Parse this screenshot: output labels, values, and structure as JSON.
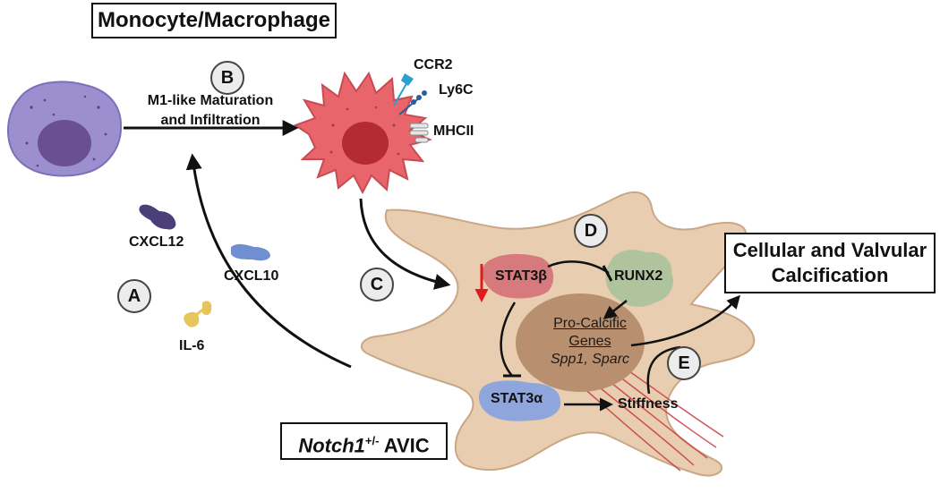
{
  "title": "Monocyte/Macrophage",
  "step_labels": [
    "A",
    "B",
    "C",
    "D",
    "E"
  ],
  "maturation": {
    "line1": "M1-like Maturation",
    "line2": "and Infiltration"
  },
  "receptors": [
    "CCR2",
    "Ly6C",
    "MHCII"
  ],
  "cytokines": [
    "CXCL12",
    "CXCL10",
    "IL-6"
  ],
  "nodes": {
    "stat3b": "STAT3β",
    "runx2": "RUNX2",
    "stat3a": "STAT3α",
    "stiffness": "Stiffness"
  },
  "genes": {
    "title_line1": "Pro-Calcific",
    "title_line2": "Genes",
    "list": "Spp1, Sparc"
  },
  "outcome": {
    "line1": "Cellular and Valvular",
    "line2": "Calcification"
  },
  "cell_label": {
    "gene": "Notch1",
    "superscript": "+/-",
    "suffix": "AVIC"
  },
  "colors": {
    "monocyte": "#9b8fd0",
    "monocyte_nucleus": "#6a4f93",
    "macrophage": "#e8666b",
    "macrophage_nucleus": "#b62a34",
    "avic": "#e8cdb0",
    "nucleus": "#b8906f",
    "stat3b": "#d77a7d",
    "runx2": "#a8c39a",
    "stat3a": "#8fa6dc",
    "cxcl12": "#4a3f78",
    "cxcl10": "#6f8fd0",
    "il6": "#e8c55a",
    "down_arrow": "#e01b1b"
  }
}
